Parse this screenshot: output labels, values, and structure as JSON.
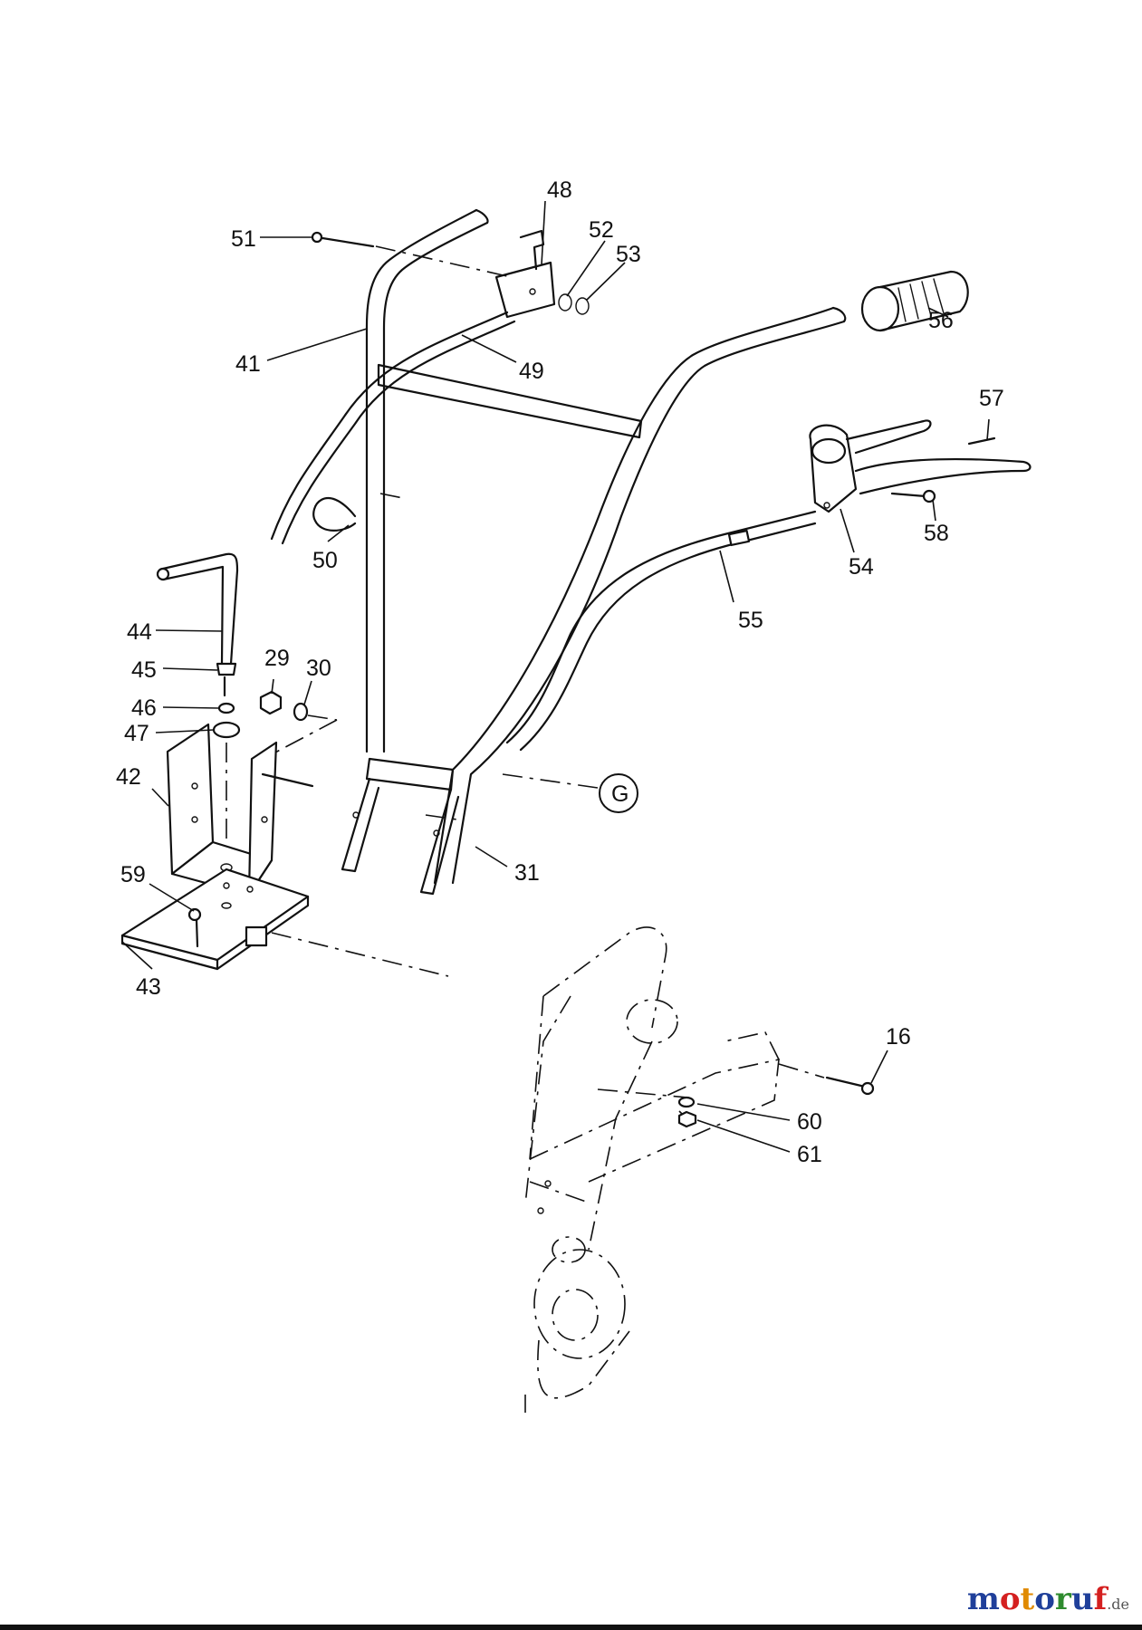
{
  "diagram": {
    "callouts": [
      {
        "id": "51",
        "text": "51"
      },
      {
        "id": "48",
        "text": "48"
      },
      {
        "id": "52",
        "text": "52"
      },
      {
        "id": "53",
        "text": "53"
      },
      {
        "id": "56",
        "text": "56"
      },
      {
        "id": "41",
        "text": "41"
      },
      {
        "id": "49",
        "text": "49"
      },
      {
        "id": "57",
        "text": "57"
      },
      {
        "id": "58",
        "text": "58"
      },
      {
        "id": "54",
        "text": "54"
      },
      {
        "id": "50",
        "text": "50"
      },
      {
        "id": "55",
        "text": "55"
      },
      {
        "id": "44",
        "text": "44"
      },
      {
        "id": "45",
        "text": "45"
      },
      {
        "id": "29",
        "text": "29"
      },
      {
        "id": "30",
        "text": "30"
      },
      {
        "id": "46",
        "text": "46"
      },
      {
        "id": "47",
        "text": "47"
      },
      {
        "id": "42",
        "text": "42"
      },
      {
        "id": "G",
        "text": "G"
      },
      {
        "id": "31",
        "text": "31"
      },
      {
        "id": "59",
        "text": "59"
      },
      {
        "id": "43",
        "text": "43"
      },
      {
        "id": "16",
        "text": "16"
      },
      {
        "id": "60",
        "text": "60"
      },
      {
        "id": "61",
        "text": "61"
      }
    ]
  },
  "watermark": {
    "brand": "motoruf",
    "suffix": ".de",
    "colors": [
      "#1f3f9a",
      "#d42020",
      "#e08a00",
      "#1f3f9a",
      "#2e8b2e",
      "#1f3f9a",
      "#d42020"
    ]
  }
}
